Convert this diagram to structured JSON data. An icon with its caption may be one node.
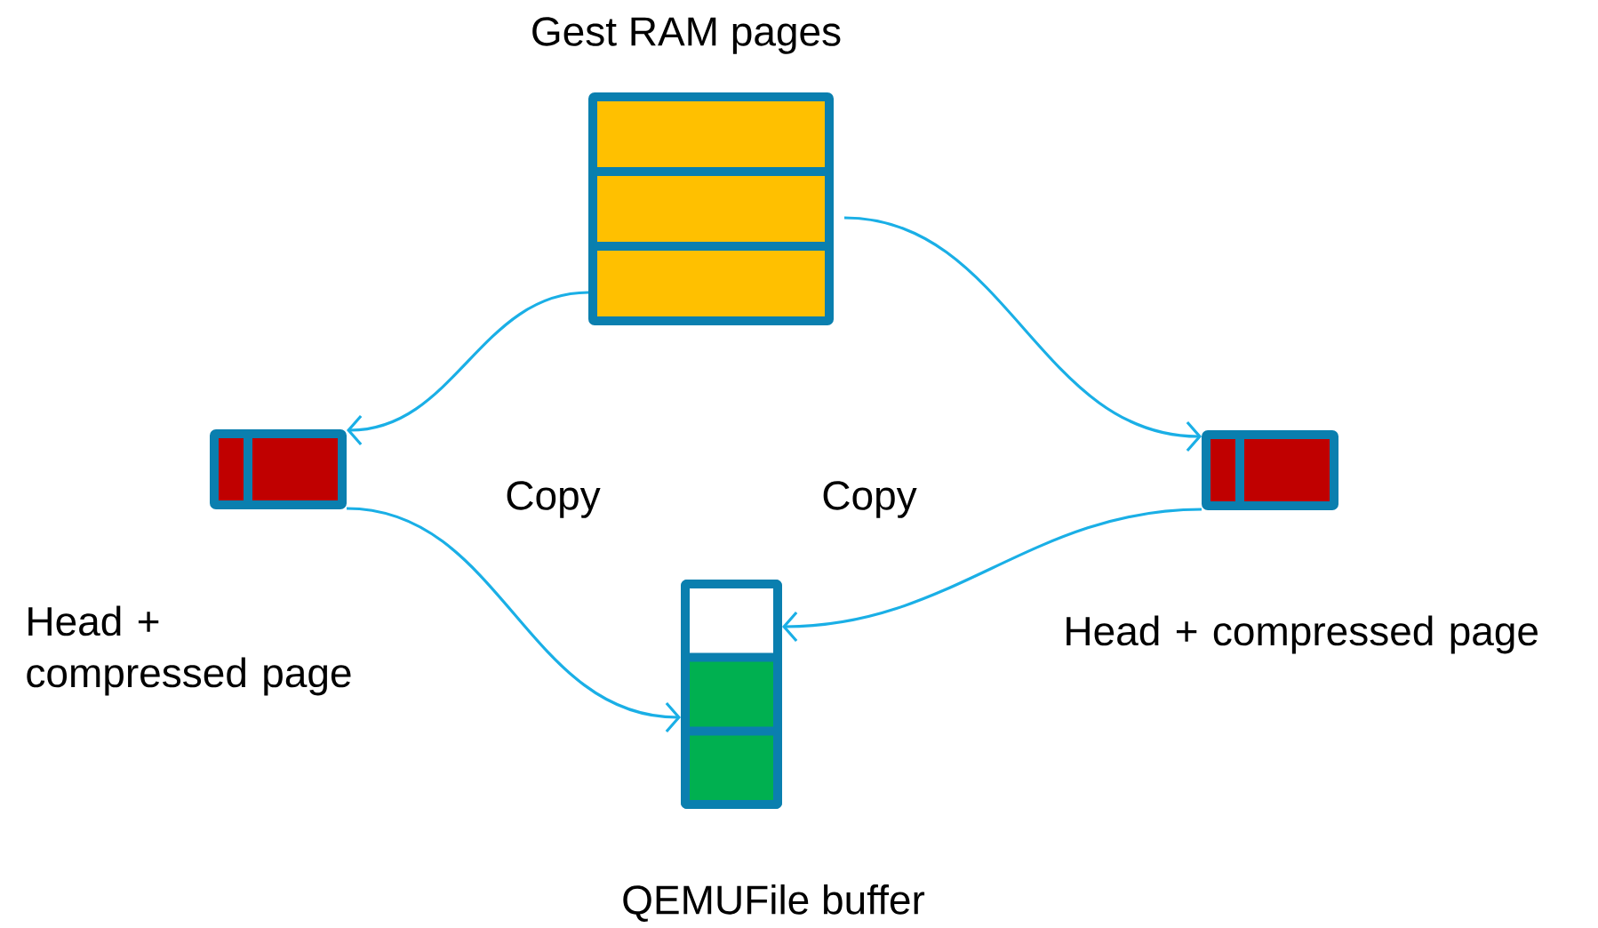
{
  "diagram": {
    "nodes": [
      {
        "text": [
          "Gest RAM pages"
        ]
      },
      {
        "text": [],
        "shape": "box",
        "beside": [
          "Head + compressed page"
        ]
      },
      {
        "text": [],
        "shape": "box",
        "beside": [
          "Head + compressed page"
        ]
      },
      {
        "text": [
          "QEMUFile buffer"
        ]
      }
    ],
    "edges": [
      {
        "from": 0,
        "to": 1,
        "arrow": "to"
      },
      {
        "from": 0,
        "to": 2,
        "arrow": "to"
      },
      {
        "from": 1,
        "to": 3,
        "arrow": "to"
      },
      {
        "from": 2,
        "to": 3,
        "arrow": "to"
      }
    ],
    "labels": [
      "Copy",
      "Copy"
    ]
  }
}
